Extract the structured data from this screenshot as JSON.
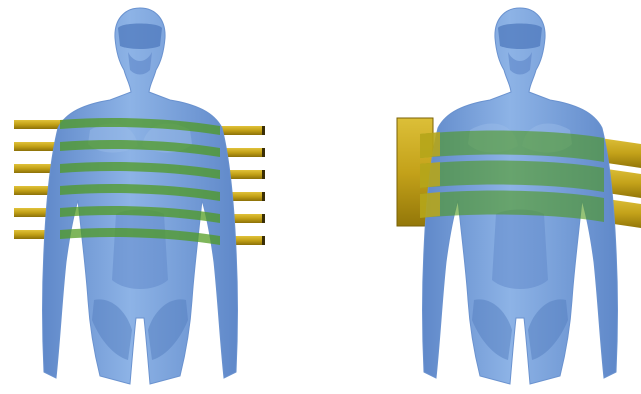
{
  "colors": {
    "background": "#ffffff",
    "body_fill": "#7aa4de",
    "body_shade": "#5f88c9",
    "body_highlight": "#9cbde9",
    "band_yellow": "#c9a81a",
    "band_yellow_dark": "#8c7108",
    "band_overlap_green": "#4e9a1c"
  },
  "figures": [
    {
      "id": "left",
      "variant": "stacked-thin-coils",
      "band_count": 6
    },
    {
      "id": "right",
      "variant": "wide-helical-wrap",
      "band_count": 3
    }
  ]
}
